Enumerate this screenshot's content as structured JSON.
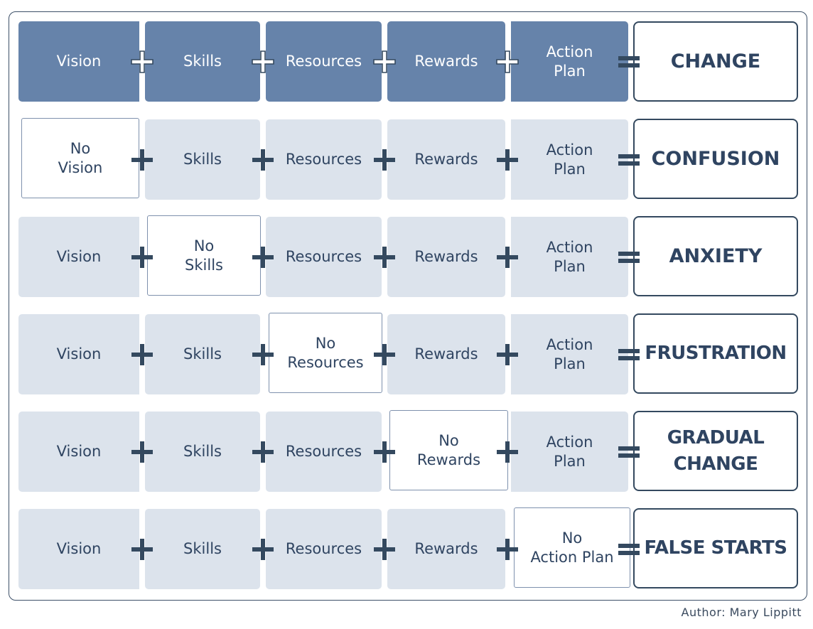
{
  "rows": [
    {
      "theme": "dark",
      "missing_index": -1,
      "cells": [
        "Vision",
        "Skills",
        "Resources",
        "Rewards",
        "Action\nPlan"
      ],
      "result": "CHANGE"
    },
    {
      "theme": "light",
      "missing_index": 0,
      "cells": [
        "No\nVision",
        "Skills",
        "Resources",
        "Rewards",
        "Action\nPlan"
      ],
      "result": "CONFUSION"
    },
    {
      "theme": "light",
      "missing_index": 1,
      "cells": [
        "Vision",
        "No\nSkills",
        "Resources",
        "Rewards",
        "Action\nPlan"
      ],
      "result": "ANXIETY"
    },
    {
      "theme": "light",
      "missing_index": 2,
      "cells": [
        "Vision",
        "Skills",
        "No\nResources",
        "Rewards",
        "Action\nPlan"
      ],
      "result": "FRUSTRATION"
    },
    {
      "theme": "light",
      "missing_index": 3,
      "cells": [
        "Vision",
        "Skills",
        "Resources",
        "No\nRewards",
        "Action\nPlan"
      ],
      "result": "GRADUAL\nCHANGE"
    },
    {
      "theme": "light",
      "missing_index": 4,
      "cells": [
        "Vision",
        "Skills",
        "Resources",
        "Rewards",
        "No\nAction Plan"
      ],
      "result": "FALSE STARTS"
    }
  ],
  "colors": {
    "dark_cell": "#6683aa",
    "light_cell": "#dce3ec",
    "operator": "#34495f",
    "text": "#2f4461"
  },
  "footer": {
    "author": "Author: Mary Lippitt"
  }
}
